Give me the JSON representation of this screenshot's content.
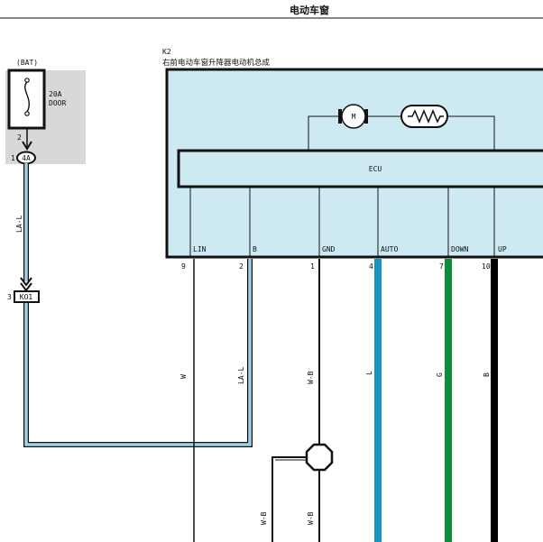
{
  "title": "电动车窗",
  "fuse": {
    "source": "(BAT)",
    "rating": "20A",
    "name": "DOOR",
    "pin": "2",
    "row_pin": "1",
    "connector": "4A"
  },
  "wire_labels": {
    "fuse_to_junction": "LA-L",
    "lin_line": "W",
    "b_line": "LA-L",
    "gnd_line": "W-B",
    "auto_line": "L",
    "down_line": "G",
    "up_line": "B",
    "ground_branch_left": "W-B",
    "ground_branch_right": "W-B"
  },
  "junction": {
    "pin": "3",
    "name": "KO1"
  },
  "module": {
    "id": "K2",
    "name": "右前电动车窗升降器电动机总成",
    "ecu_label": "ECU",
    "motor_label": "M",
    "pins": [
      {
        "label": "LIN",
        "number": "9"
      },
      {
        "label": "B",
        "number": "2"
      },
      {
        "label": "GND",
        "number": "1"
      },
      {
        "label": "AUTO",
        "number": "4"
      },
      {
        "label": "DOWN",
        "number": "7"
      },
      {
        "label": "UP",
        "number": "10"
      }
    ]
  },
  "colors": {
    "module_fill": "#cdeaf3",
    "fuse_box": "#d8d8d8",
    "wire_la_l": "#9ed4e6",
    "wire_blue": "#1496bd",
    "wire_green": "#0d8c3c",
    "wire_black": "#000000",
    "ink": "#111111"
  }
}
